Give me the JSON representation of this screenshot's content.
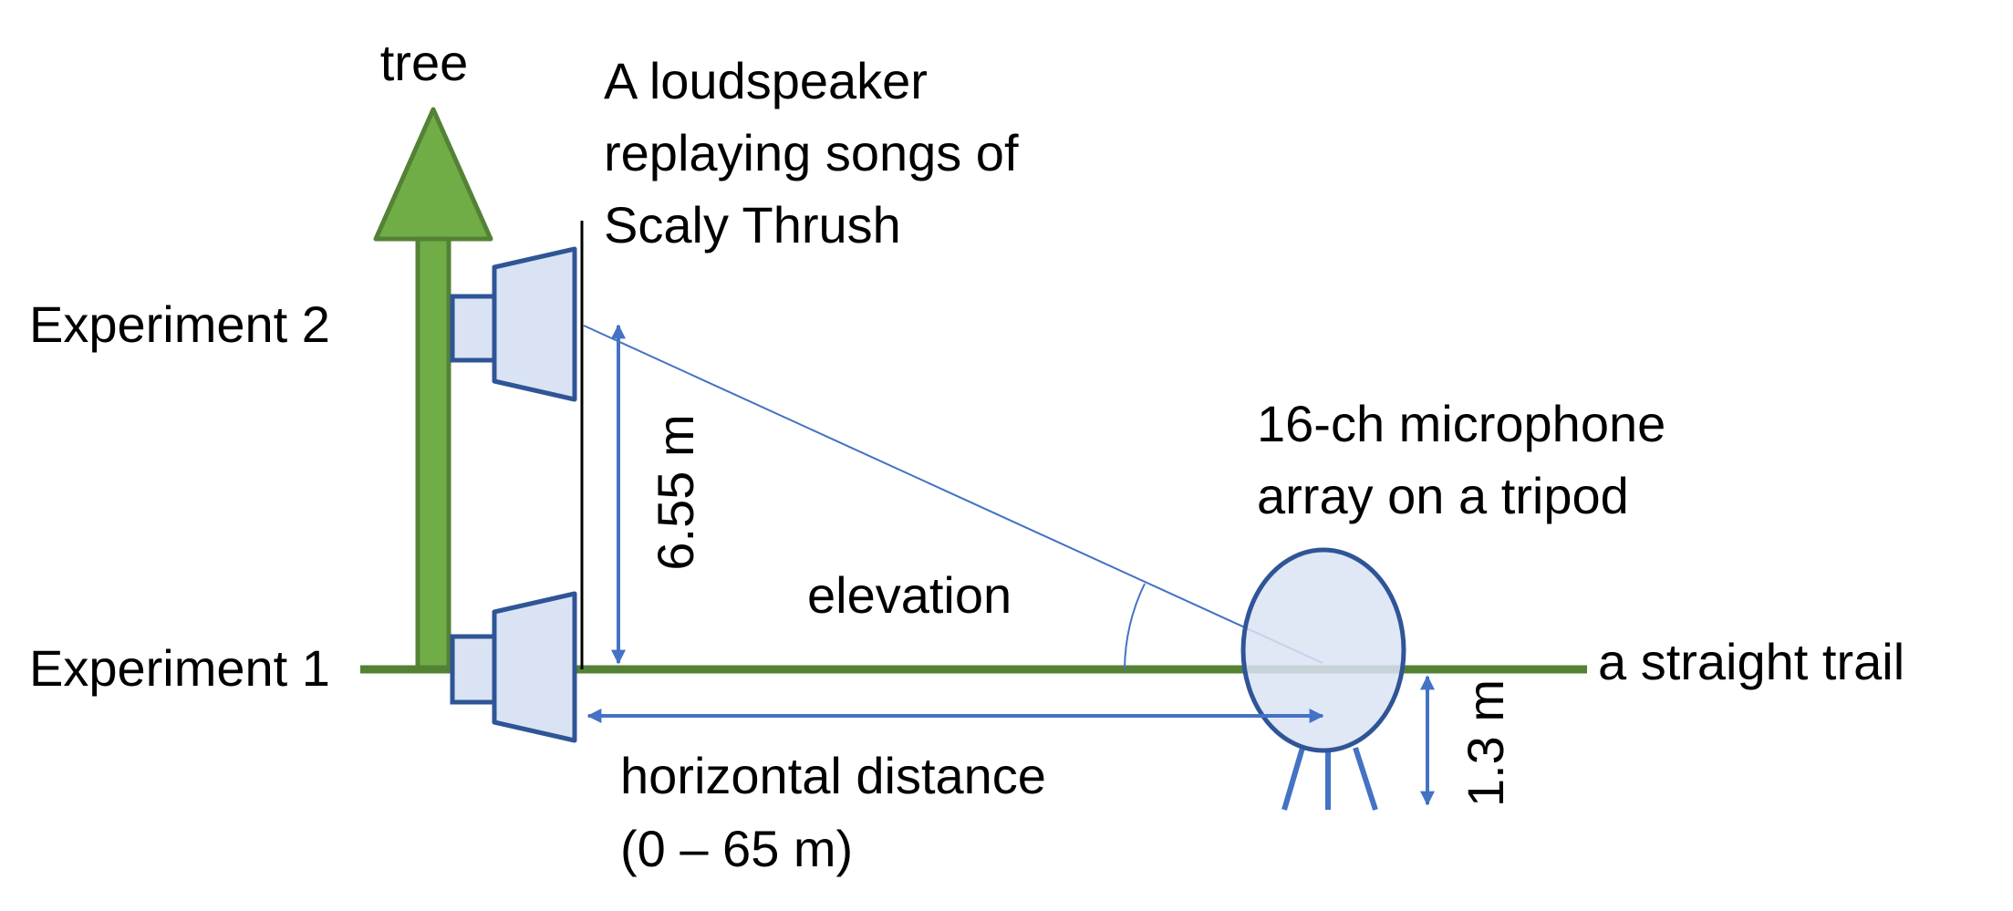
{
  "labels": {
    "tree": "tree",
    "loudspeaker_line1": "A loudspeaker",
    "loudspeaker_line2": "replaying songs of",
    "loudspeaker_line3": "Scaly Thrush",
    "experiment2": "Experiment 2",
    "experiment1": "Experiment 1",
    "height": "6.55 m",
    "elevation": "elevation",
    "mic_line1": "16-ch microphone",
    "mic_line2": "array on a tripod",
    "trail": "a straight trail",
    "distance_line1": "horizontal distance",
    "distance_line2": "(0 – 65 m)",
    "mic_height": "1.3 m"
  },
  "colors": {
    "green_fill": "#70ad47",
    "green_stroke": "#548235",
    "trail": "#548235",
    "speaker_fill": "#dae3f3",
    "speaker_stroke": "#2f5597",
    "arrow_blue": "#4472c4",
    "text": "#000000"
  }
}
